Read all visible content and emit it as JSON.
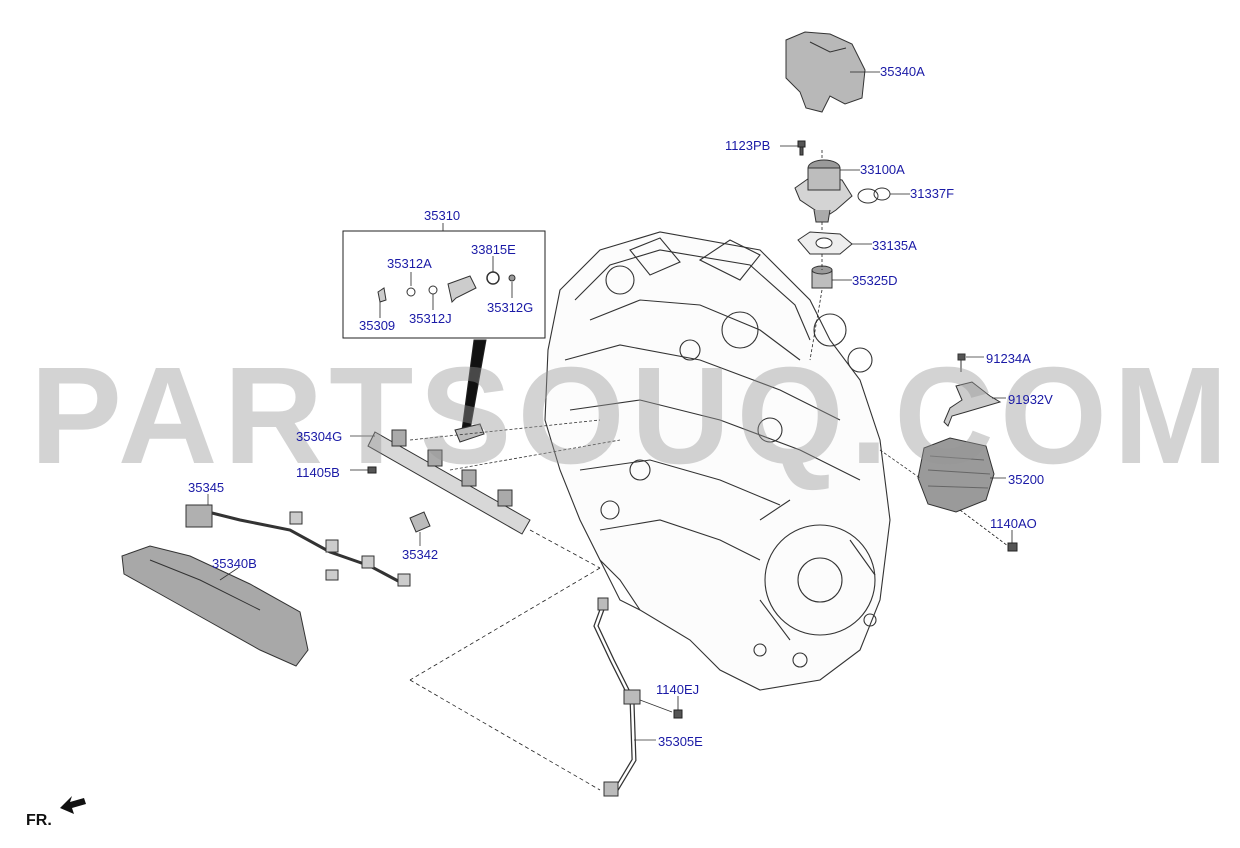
{
  "diagram": {
    "watermark": "PARTSOUQ.COM",
    "orientation_label": "FR.",
    "link_color": "#1a1aa6",
    "group_label": "35310",
    "callouts": [
      {
        "id": "35340A",
        "label": "35340A"
      },
      {
        "id": "1123PB",
        "label": "1123PB"
      },
      {
        "id": "33100A",
        "label": "33100A"
      },
      {
        "id": "31337F",
        "label": "31337F"
      },
      {
        "id": "33135A",
        "label": "33135A"
      },
      {
        "id": "35325D",
        "label": "35325D"
      },
      {
        "id": "35310",
        "label": "35310"
      },
      {
        "id": "33815E",
        "label": "33815E"
      },
      {
        "id": "35312A",
        "label": "35312A"
      },
      {
        "id": "35312G",
        "label": "35312G"
      },
      {
        "id": "35309",
        "label": "35309"
      },
      {
        "id": "35312J",
        "label": "35312J"
      },
      {
        "id": "91234A",
        "label": "91234A"
      },
      {
        "id": "91932V",
        "label": "91932V"
      },
      {
        "id": "35304G",
        "label": "35304G"
      },
      {
        "id": "11405B",
        "label": "11405B"
      },
      {
        "id": "35200",
        "label": "35200"
      },
      {
        "id": "35345",
        "label": "35345"
      },
      {
        "id": "1140AO",
        "label": "1140AO"
      },
      {
        "id": "35342",
        "label": "35342"
      },
      {
        "id": "35340B",
        "label": "35340B"
      },
      {
        "id": "1140EJ",
        "label": "1140EJ"
      },
      {
        "id": "35305E",
        "label": "35305E"
      }
    ]
  }
}
